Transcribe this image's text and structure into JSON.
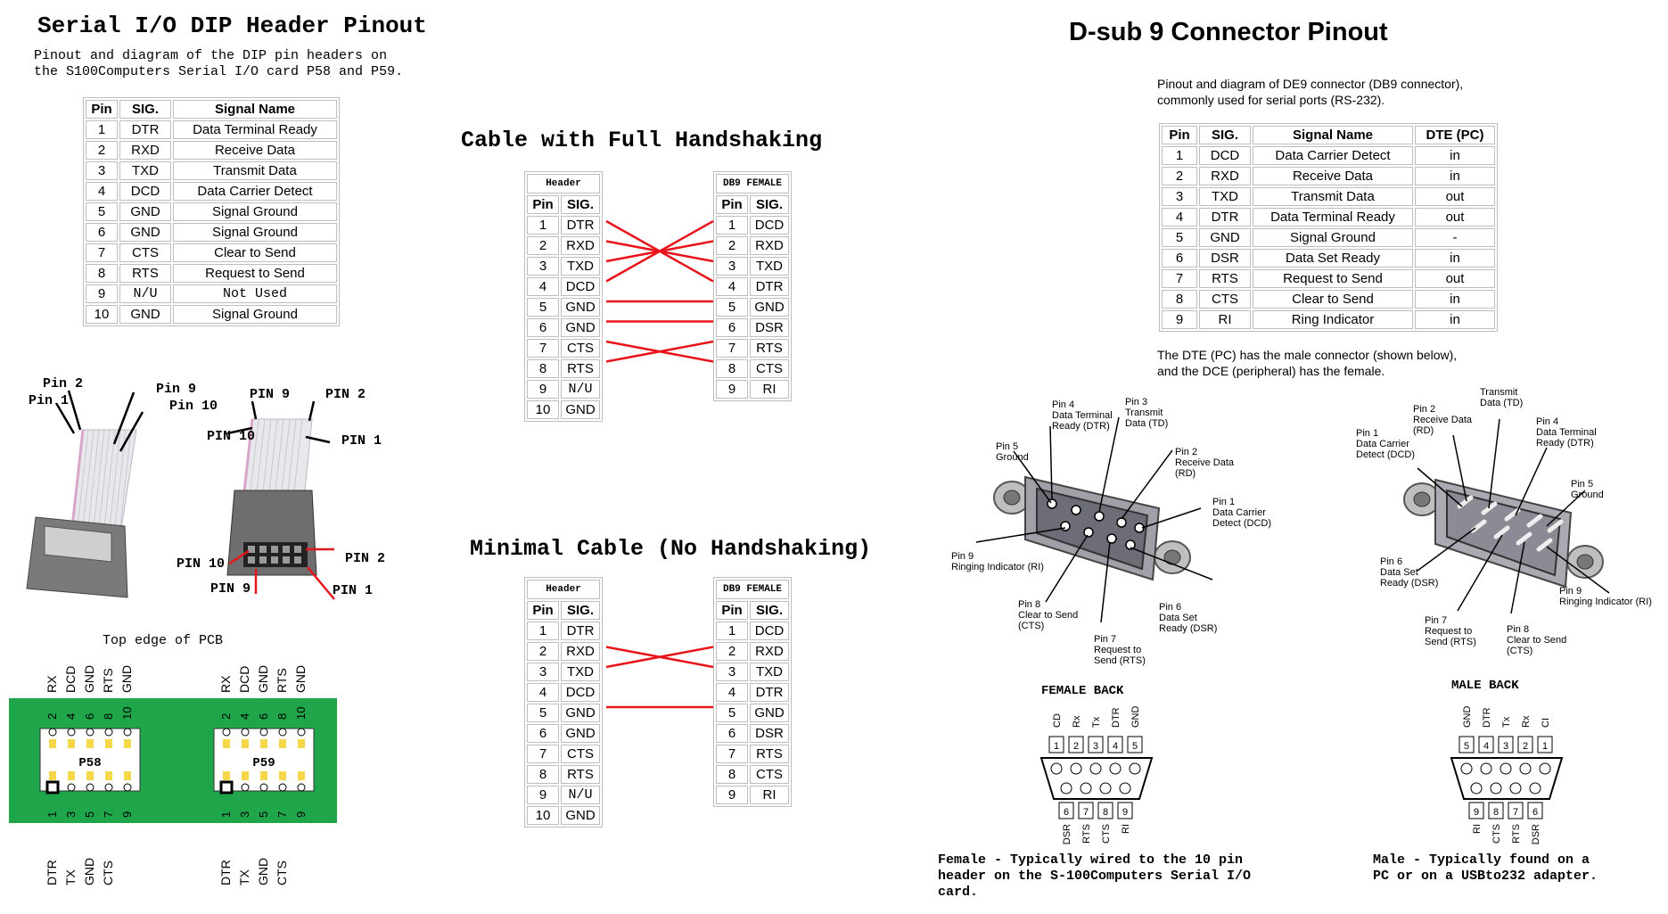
{
  "left": {
    "title": "Serial I/O DIP Header Pinout",
    "desc_line1": "Pinout and diagram of the DIP pin headers on",
    "desc_line2": "the S100Computers Serial I/O card P58 and P59.",
    "table_headers": [
      "Pin",
      "SIG.",
      "Signal Name"
    ],
    "rows": [
      [
        "1",
        "DTR",
        "Data Terminal Ready"
      ],
      [
        "2",
        "RXD",
        "Receive Data"
      ],
      [
        "3",
        "TXD",
        "Transmit Data"
      ],
      [
        "4",
        "DCD",
        "Data Carrier Detect"
      ],
      [
        "5",
        "GND",
        "Signal Ground"
      ],
      [
        "6",
        "GND",
        "Signal Ground"
      ],
      [
        "7",
        "CTS",
        "Clear to Send"
      ],
      [
        "8",
        "RTS",
        "Request to Send"
      ],
      [
        "9",
        "N/U",
        "Not Used"
      ],
      [
        "10",
        "GND",
        "Signal Ground"
      ]
    ],
    "ribbon_labels": {
      "a_pin2": "Pin 2",
      "a_pin1": "Pin 1",
      "a_pin9": "Pin 9",
      "a_pin10": "Pin 10",
      "b_pin9": "PIN 9",
      "b_pin2": "PIN 2",
      "b_pin10": "PIN 10",
      "b_pin1": "PIN 1",
      "c_pin10": "PIN 10",
      "c_pin2": "PIN 2",
      "c_pin9": "PIN 9",
      "c_pin1": "PIN 1"
    },
    "pcb": {
      "top_edge_label": "Top edge of PCB",
      "top_signals": [
        "RX",
        "DCD",
        "GND",
        "RTS",
        "GND"
      ],
      "top_pins": [
        "2",
        "4",
        "6",
        "8",
        "10"
      ],
      "bottom_pins": [
        "1",
        "3",
        "5",
        "7",
        "9"
      ],
      "bottom_signals": [
        "DTR",
        "TX",
        "GND",
        "CTS"
      ],
      "headers": [
        "P58",
        "P59"
      ],
      "board_color": "#1fa64a"
    }
  },
  "middle": {
    "full_title": "Cable with Full Handshaking",
    "minimal_title": "Minimal Cable (No Handshaking)",
    "header_label": "Header",
    "db9_label": "DB9 FEMALE",
    "col_headers": [
      "Pin",
      "SIG."
    ],
    "header_rows": [
      [
        "1",
        "DTR"
      ],
      [
        "2",
        "RXD"
      ],
      [
        "3",
        "TXD"
      ],
      [
        "4",
        "DCD"
      ],
      [
        "5",
        "GND"
      ],
      [
        "6",
        "GND"
      ],
      [
        "7",
        "CTS"
      ],
      [
        "8",
        "RTS"
      ],
      [
        "9",
        "N/U"
      ],
      [
        "10",
        "GND"
      ]
    ],
    "db9_rows": [
      [
        "1",
        "DCD"
      ],
      [
        "2",
        "RXD"
      ],
      [
        "3",
        "TXD"
      ],
      [
        "4",
        "DTR"
      ],
      [
        "5",
        "GND"
      ],
      [
        "6",
        "DSR"
      ],
      [
        "7",
        "RTS"
      ],
      [
        "8",
        "CTS"
      ],
      [
        "9",
        "RI"
      ]
    ],
    "wire_color": "#e8141b"
  },
  "right": {
    "title": "D-sub 9 Connector Pinout",
    "desc_line1": "Pinout and diagram of DE9 connector (DB9 connector),",
    "desc_line2": "commonly used for serial ports (RS-232).",
    "table_headers": [
      "Pin",
      "SIG.",
      "Signal Name",
      "DTE (PC)"
    ],
    "rows": [
      [
        "1",
        "DCD",
        "Data Carrier Detect",
        "in"
      ],
      [
        "2",
        "RXD",
        "Receive Data",
        "in"
      ],
      [
        "3",
        "TXD",
        "Transmit Data",
        "out"
      ],
      [
        "4",
        "DTR",
        "Data Terminal Ready",
        "out"
      ],
      [
        "5",
        "GND",
        "Signal Ground",
        "-"
      ],
      [
        "6",
        "DSR",
        "Data Set Ready",
        "in"
      ],
      [
        "7",
        "RTS",
        "Request to Send",
        "out"
      ],
      [
        "8",
        "CTS",
        "Clear to Send",
        "in"
      ],
      [
        "9",
        "RI",
        "Ring Indicator",
        "in"
      ]
    ],
    "note_line1": "The DTE (PC) has the male connector (shown below),",
    "note_line2": "and the DCE (peripheral) has the female.",
    "female_labels": {
      "pin4": "Pin 4\nData Terminal\nReady (DTR)",
      "pin3": "Pin 3\nTransmit\nData (TD)",
      "pin5": "Pin 5\nGround",
      "pin2": "Pin 2\nReceive Data\n(RD)",
      "pin1": "Pin 1\nData Carrier\nDetect (DCD)",
      "pin9": "Pin 9\nRinging Indicator (RI)",
      "pin6": "Pin 6\nData Set\nReady (DSR)",
      "pin8": "Pin 8\nClear to Send\n(CTS)",
      "pin7": "Pin 7\nRequest to\nSend (RTS)"
    },
    "male_labels": {
      "td": "Transmit\nData (TD)",
      "pin2": "Pin 2\nReceive Data\n(RD)",
      "pin1": "Pin 1\nData Carrier\nDetect (DCD)",
      "pin4": "Pin 4\nData Terminal\nReady (DTR)",
      "pin5": "Pin 5\nGround",
      "pin6": "Pin 6\nData Set\nReady (DSR)",
      "pin9": "Pin 9\nRinging Indicator (RI)",
      "pin7": "Pin 7\nRequest to\nSend (RTS)",
      "pin8": "Pin 8\nClear to Send\n(CTS)"
    },
    "female_back": {
      "title": "FEMALE BACK",
      "top_signals": [
        "CD",
        "Rx",
        "Tx",
        "DTR",
        "GND"
      ],
      "top_pins": [
        "1",
        "2",
        "3",
        "4",
        "5"
      ],
      "bottom_pins": [
        "6",
        "7",
        "8",
        "9"
      ],
      "bottom_signals": [
        "DSR",
        "RTS",
        "CTS",
        "RI"
      ]
    },
    "male_back": {
      "title": "MALE BACK",
      "top_signals": [
        "GND",
        "DTR",
        "Tx",
        "Rx",
        "CI"
      ],
      "top_pins": [
        "5",
        "4",
        "3",
        "2",
        "1"
      ],
      "bottom_pins": [
        "9",
        "8",
        "7",
        "6"
      ],
      "bottom_signals": [
        "RI",
        "CTS",
        "RTS",
        "DSR"
      ]
    },
    "female_caption": "Female - Typically wired to the 10 pin\nheader on the S-100Computers Serial I/O\ncard.",
    "male_caption": "Male - Typically found on a\nPC or on a USBto232 adapter."
  }
}
